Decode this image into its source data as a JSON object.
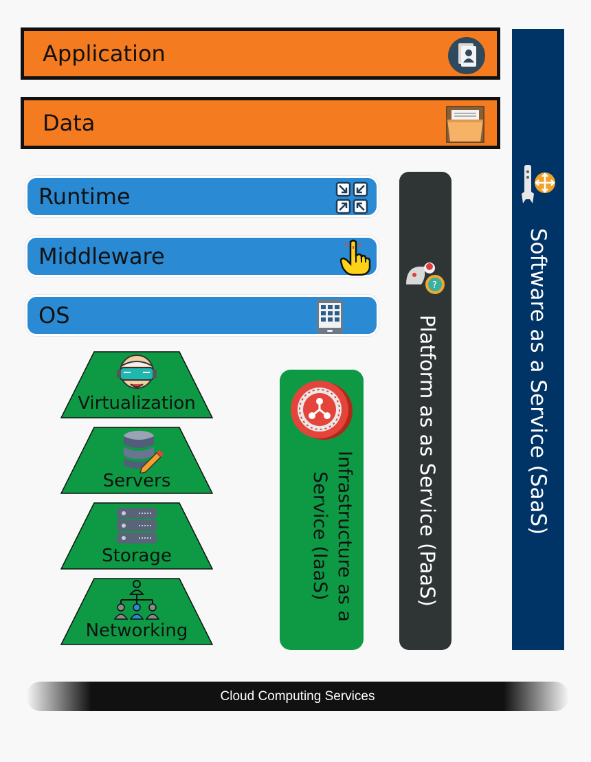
{
  "layers": {
    "application": "Application",
    "data": "Data",
    "runtime": "Runtime",
    "middleware": "Middleware",
    "os": "OS",
    "virtualization": "Virtualization",
    "servers": "Servers",
    "storage": "Storage",
    "networking": "Networking"
  },
  "columns": {
    "iaas_line1": "Infrastructure as a",
    "iaas_line2": "Service (IaaS)",
    "paas": "Platform as as Service (PaaS)",
    "saas": "Software as a Service (SaaS)"
  },
  "footer": "Cloud Computing Services",
  "colors": {
    "orange": "#f47b20",
    "blue": "#2a8bd4",
    "green": "#0e9a45",
    "paas_dark": "#2f3434",
    "saas_navy": "#003366"
  },
  "icons": {
    "application": "user-profile-icon",
    "data": "folder-icon",
    "runtime": "minimize-arrows-icon",
    "middleware": "pointing-hand-icon",
    "os": "tablet-grid-icon",
    "virtualization": "vr-headset-icon",
    "servers": "database-pencil-icon",
    "storage": "server-rack-icon",
    "networking": "network-hierarchy-icon",
    "iaas": "share-coin-icon",
    "paas": "ideas-icon",
    "saas": "tool-settings-icon"
  }
}
